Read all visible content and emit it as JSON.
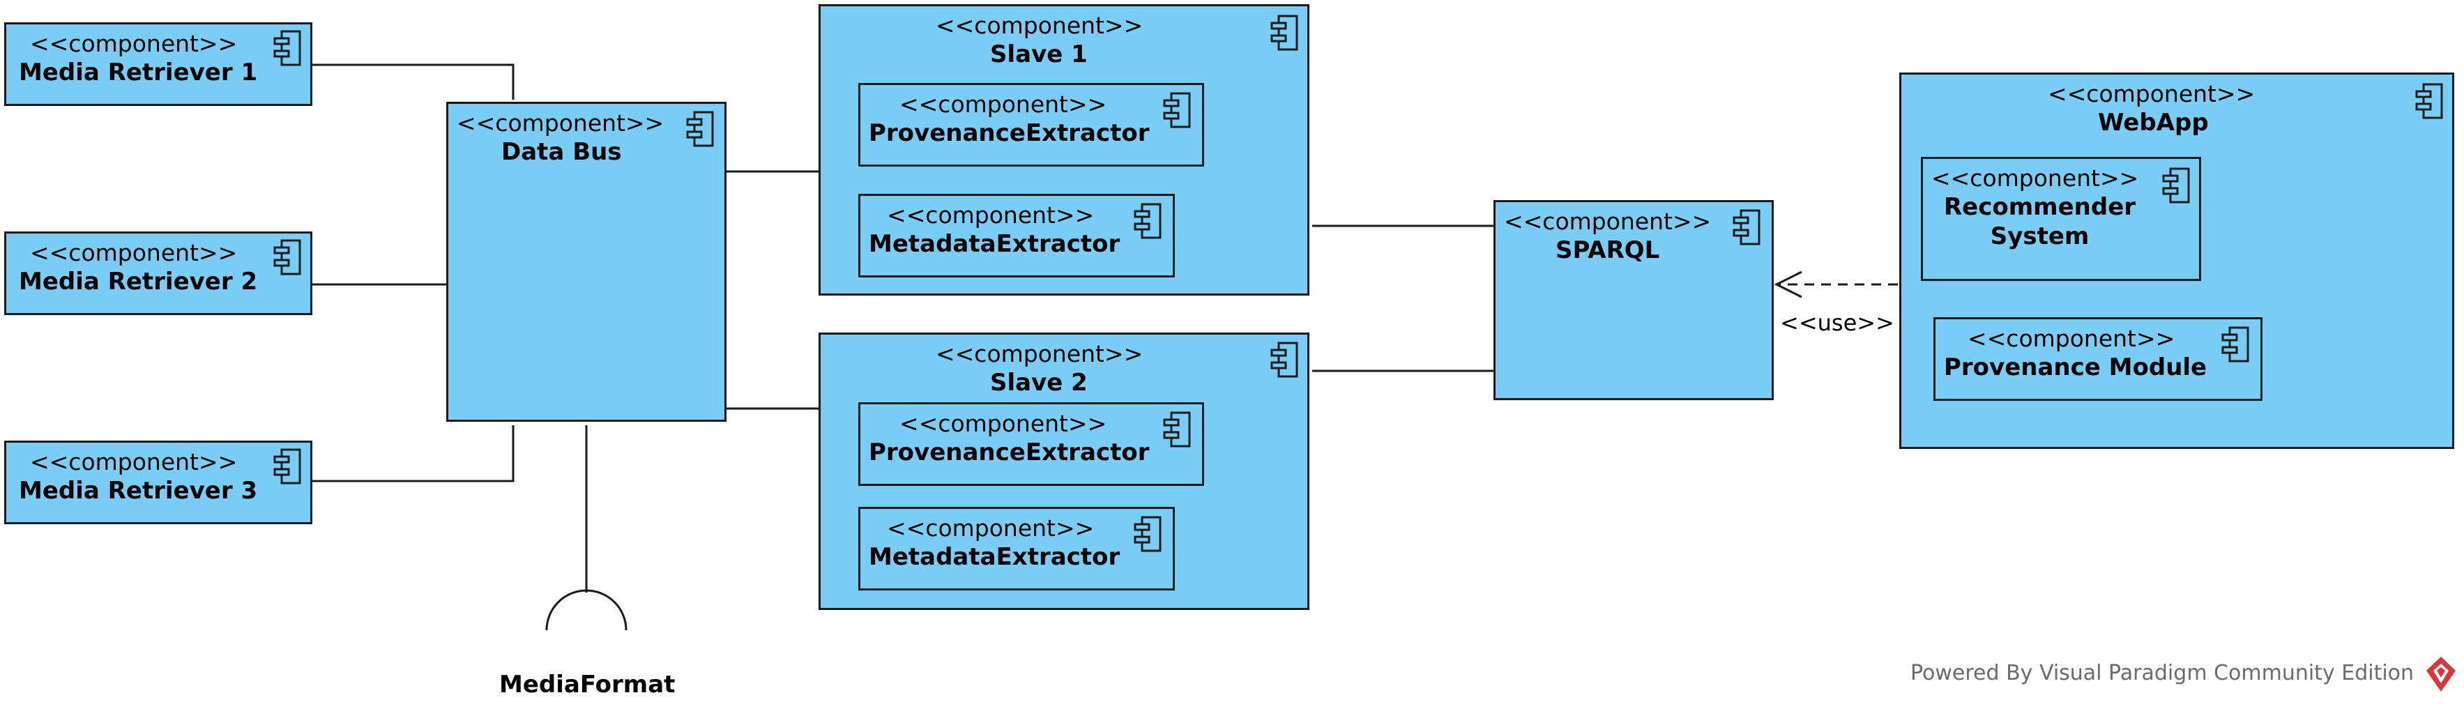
{
  "stereotype": "<<component>>",
  "components": {
    "media_retriever_1": {
      "name": "Media Retriever 1"
    },
    "media_retriever_2": {
      "name": "Media Retriever 2"
    },
    "media_retriever_3": {
      "name": "Media Retriever 3"
    },
    "data_bus": {
      "name": "Data Bus"
    },
    "slave_1": {
      "name": "Slave 1",
      "children": [
        {
          "name": "ProvenanceExtractor"
        },
        {
          "name": "MetadataExtractor"
        }
      ]
    },
    "slave_2": {
      "name": "Slave 2",
      "children": [
        {
          "name": "ProvenanceExtractor"
        },
        {
          "name": "MetadataExtractor"
        }
      ]
    },
    "sparql": {
      "name": "SPARQL"
    },
    "webapp": {
      "name": "WebApp",
      "children": [
        {
          "name": "Recommender\nSystem"
        },
        {
          "name": "Provenance Module"
        }
      ]
    }
  },
  "interface": {
    "name": "MediaFormat"
  },
  "dependency": {
    "label": "<<use>>"
  },
  "watermark": {
    "text": "Powered By Visual Paradigm Community Edition"
  },
  "colors": {
    "component_fill": "#7acdf4",
    "border": "#1b1b1b",
    "logo": "#d9363e"
  },
  "icons": {
    "component": "component-icon",
    "logo": "visual-paradigm-logo-icon"
  }
}
